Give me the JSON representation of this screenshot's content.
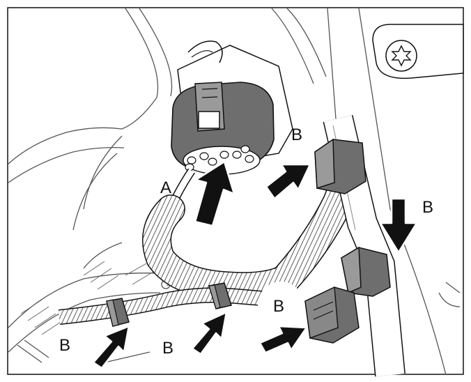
{
  "figure": {
    "labels": {
      "a": "A",
      "b": "B"
    },
    "colors": {
      "ink": "#111111",
      "gray": "#6e6e6e",
      "paper": "#ffffff",
      "fill_light": "#f2f2f2"
    },
    "callouts": [
      {
        "label": "A",
        "target": "electrical-connector"
      },
      {
        "label": "B",
        "target": "harness-clip-right-upper"
      },
      {
        "label": "B",
        "target": "harness-clip-right-lower"
      },
      {
        "label": "B",
        "target": "harness-clip-lower-left"
      },
      {
        "label": "B",
        "target": "harness-clip-lower-middle"
      },
      {
        "label": "B",
        "target": "harness-connector-right"
      }
    ]
  }
}
